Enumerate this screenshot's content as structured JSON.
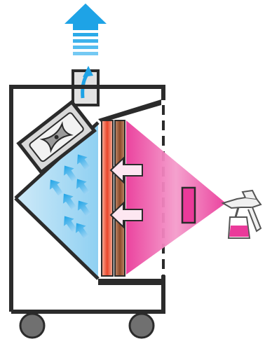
{
  "diagram": {
    "type": "spray-booth-airflow-schematic",
    "texts": [],
    "colors": {
      "frame": "#2b2b2b",
      "exhaust_blue": "#1ea3e6",
      "airflow_blue": "#4aa8e8",
      "filter_red": "#e8452a",
      "filter_brown": "#8b4a2a",
      "spray_magenta": "#ea3a9a",
      "fan_housing": "#d9d9d9",
      "wheel": "#707070"
    },
    "components": {
      "exhaust_arrow": "exhaust-arrow-icon",
      "fan": "fan-icon",
      "filters": [
        "red-filter-panel",
        "brown-filter-panel"
      ],
      "inflow_arrows": 2,
      "airflow_arrows": 8,
      "spray_gun": "spray-gun-icon",
      "workpiece": "workpiece-icon",
      "wheels": 2
    }
  }
}
